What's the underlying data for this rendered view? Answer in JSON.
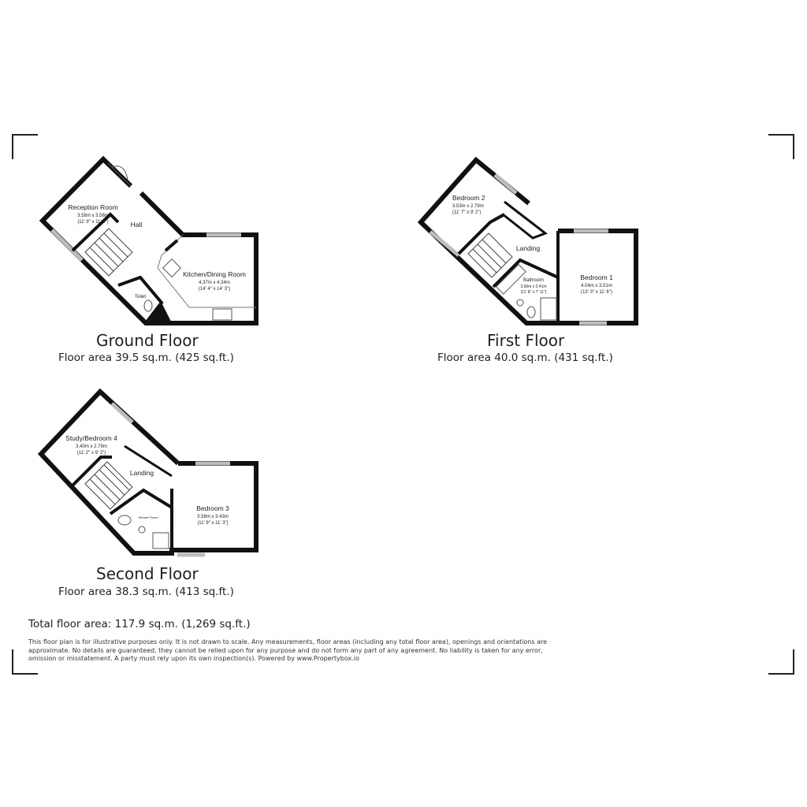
{
  "floors": {
    "ground": {
      "title": "Ground Floor",
      "area": "Floor area 39.5 sq.m. (425 sq.ft.)",
      "rooms": {
        "reception": {
          "name": "Reception Room",
          "metric": "3.58m x 3.58m",
          "imperial": "(11' 9\" x 11' 9\")"
        },
        "hall": {
          "name": "Hall"
        },
        "kitchen": {
          "name": "Kitchen/Dining Room",
          "metric": "4.37m x 4.34m",
          "imperial": "(14' 4\" x 14' 3\")"
        },
        "toilet": {
          "name": "Toilet"
        }
      }
    },
    "first": {
      "title": "First Floor",
      "area": "Floor area 40.0 sq.m. (431 sq.ft.)",
      "rooms": {
        "bedroom2": {
          "name": "Bedroom 2",
          "metric": "3.53m x 2.79m",
          "imperial": "(11' 7\" x 9' 2\")"
        },
        "landing": {
          "name": "Landing"
        },
        "bathroom": {
          "name": "Bathroom",
          "metric": "3.66m x 2.41m",
          "imperial": "(11' 8\" x 7' 11\")"
        },
        "bedroom1": {
          "name": "Bedroom 1",
          "metric": "4.04m x 3.51m",
          "imperial": "(13' 3\" x 11' 6\")"
        }
      }
    },
    "second": {
      "title": "Second Floor",
      "area": "Floor area 38.3 sq.m. (413 sq.ft.)",
      "rooms": {
        "study": {
          "name": "Study/Bedroom 4",
          "metric": "3.40m x 2.79m",
          "imperial": "(11' 2\" x 9' 2\")"
        },
        "landing": {
          "name": "Landing"
        },
        "shower": {
          "name": "Shower Room"
        },
        "bedroom3": {
          "name": "Bedroom 3",
          "metric": "3.58m x 3.43m",
          "imperial": "(11' 9\" x 11' 3\")"
        }
      }
    }
  },
  "total_area": "Total floor area: 117.9 sq.m. (1,269 sq.ft.)",
  "disclaimer": "This floor plan is for illustrative purposes only. It is not drawn to scale. Any measurements, floor areas (including any total floor area), openings and orientations are approximate. No details are guaranteed, they cannot be relied upon for any purpose and do not form any part of any agreement. No liability is taken for any error, omission or misstatement. A party must rely upon its own inspection(s). Powered by www.Propertybox.io",
  "colors": {
    "wall": "#111111",
    "window": "#bdbdbd",
    "fixture": "#666666"
  }
}
